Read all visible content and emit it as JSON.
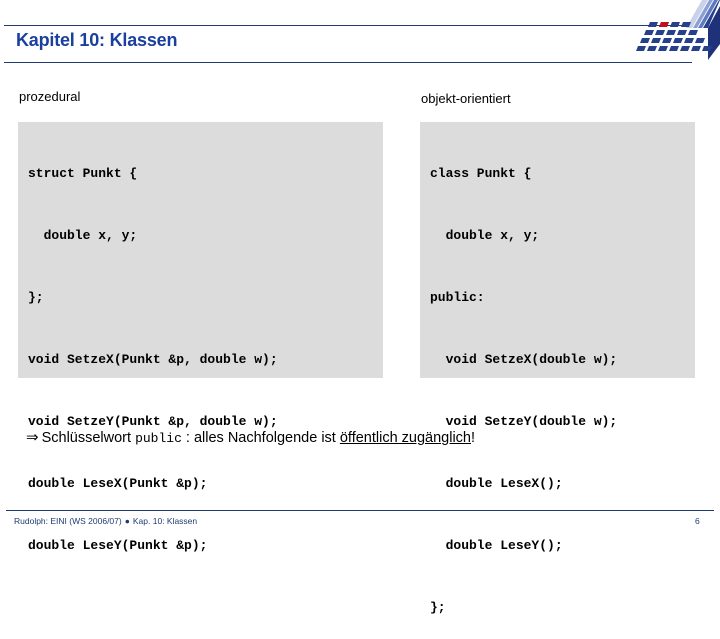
{
  "header": {
    "title": "Kapitel 10: Klassen",
    "logo_name": "university-grid-logo",
    "rule_color": "#1f3b73",
    "title_color": "#1a3f9e"
  },
  "columns": {
    "left_header": "prozedural",
    "right_header": "objekt-orientiert"
  },
  "code_left": {
    "background": "#dcdcdc",
    "lines": [
      "struct Punkt {",
      "  double x, y;",
      "};",
      "void SetzeX(Punkt &p, double w);",
      "void SetzeY(Punkt &p, double w);",
      "double LeseX(Punkt &p);",
      "double LeseY(Punkt &p);"
    ]
  },
  "code_right": {
    "background": "#dcdcdc",
    "lines": [
      "class Punkt {",
      "  double x, y;",
      "public:",
      "  void SetzeX(double w);",
      "  void SetzeY(double w);",
      "  double LeseX();",
      "  double LeseY();",
      "};"
    ]
  },
  "conclusion": {
    "arrow": "⇒",
    "text_before": "Schlüsselwort",
    "keyword": "public",
    "text_middle": ": alles Nachfolgende ist",
    "underlined": "öffentlich zugänglich",
    "text_after": "!"
  },
  "footer": {
    "text": "Rudolph: EINI (WS 2006/07)",
    "bullet": "●",
    "chapter": "Kap. 10: Klassen",
    "page_number": "6",
    "color": "#1f3b73"
  }
}
